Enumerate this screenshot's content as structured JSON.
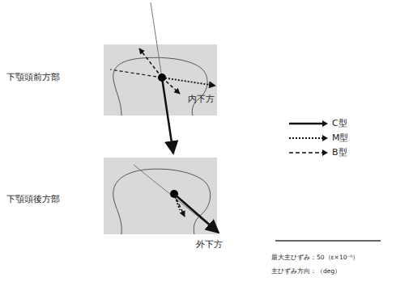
{
  "diagram": {
    "labels": [
      "下顎頭前方部",
      "下顎頭後方部",
      "内下方",
      "外下方",
      "最大主ひずみ：50（ε×10⁻⁶）",
      "主ひずみ方向：（deg）"
    ],
    "legend": [
      {
        "text": "C型"
      },
      {
        "text": "M型"
      },
      {
        "text": "B型"
      }
    ]
  }
}
